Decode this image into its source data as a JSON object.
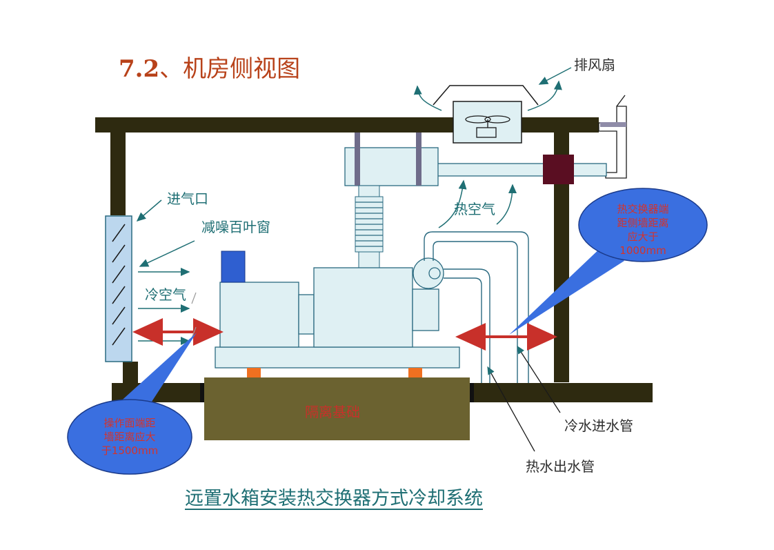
{
  "title": {
    "number": "7.2",
    "text": "、机房侧视图"
  },
  "labels": {
    "exhaust_fan": "排风扇",
    "air_inlet": "进气口",
    "louver": "减噪百叶窗",
    "cold_air": "冷空气",
    "hot_air": "热空气",
    "foundation": "隔离基础",
    "cold_water_in": "冷水进水管",
    "hot_water_out": "热水出水管"
  },
  "bubbles": {
    "right": [
      "热交换器端",
      "距侧墙距离",
      "应大于",
      "1000mm"
    ],
    "left": [
      "操作面端距",
      "墙距离应大",
      "于1500mm"
    ]
  },
  "caption": "远置水箱安装热交换器方式冷却系统",
  "colors": {
    "wall": "#2e2a10",
    "foundation": "#6b6230",
    "equipment_fill": "#dff0f3",
    "equipment_stroke": "#2a6a80",
    "bubble": "#3a6fe0",
    "arrow_red": "#c8302a",
    "vibration_pad": "#f07020",
    "damper": "#5a0e22",
    "teal": "#1f6f74"
  }
}
